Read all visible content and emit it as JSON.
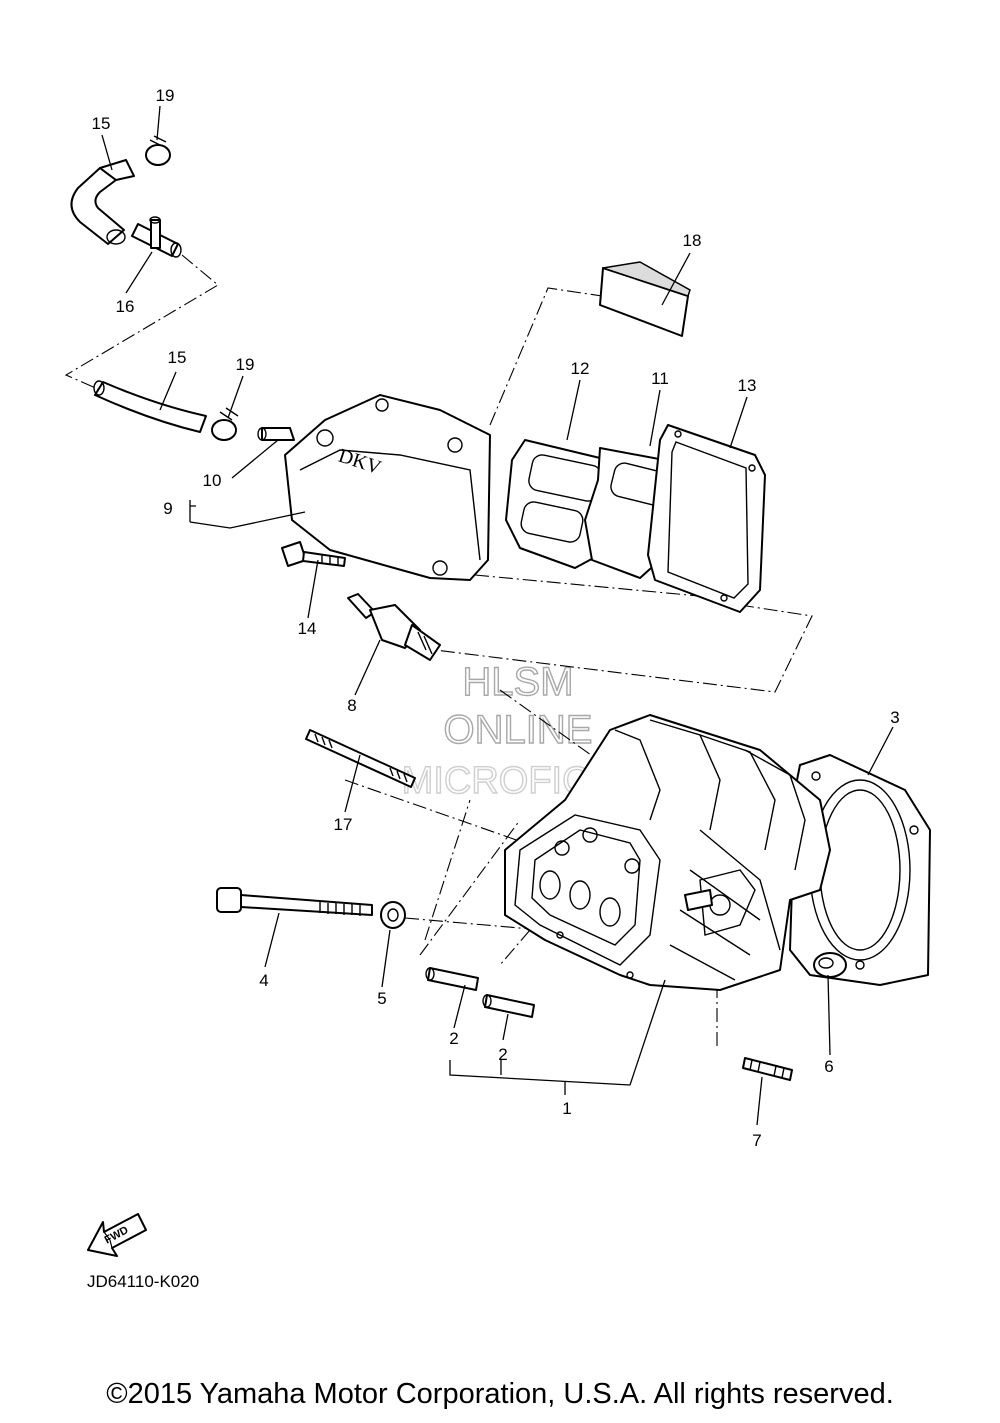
{
  "diagram_code": "JD64110-K020",
  "copyright": "©2015 Yamaha Motor Corporation, U.S.A. All rights reserved.",
  "watermark": {
    "line1": "HLSM",
    "line2": "ONLINE",
    "line3": "MICROFICHE"
  },
  "fwd_arrow_label": "FWD",
  "cover_emblem_text": "DKV",
  "callouts": [
    {
      "id": "c19a",
      "label": "19"
    },
    {
      "id": "c15a",
      "label": "15"
    },
    {
      "id": "c16",
      "label": "16"
    },
    {
      "id": "c18",
      "label": "18"
    },
    {
      "id": "c15b",
      "label": "15"
    },
    {
      "id": "c19b",
      "label": "19"
    },
    {
      "id": "c12",
      "label": "12"
    },
    {
      "id": "c11",
      "label": "11"
    },
    {
      "id": "c13",
      "label": "13"
    },
    {
      "id": "c10",
      "label": "10"
    },
    {
      "id": "c9",
      "label": "9"
    },
    {
      "id": "c14",
      "label": "14"
    },
    {
      "id": "c8",
      "label": "8"
    },
    {
      "id": "c3",
      "label": "3"
    },
    {
      "id": "c17",
      "label": "17"
    },
    {
      "id": "c4",
      "label": "4"
    },
    {
      "id": "c5",
      "label": "5"
    },
    {
      "id": "c2a",
      "label": "2"
    },
    {
      "id": "c2b",
      "label": "2"
    },
    {
      "id": "c6",
      "label": "6"
    },
    {
      "id": "c1",
      "label": "1"
    },
    {
      "id": "c7",
      "label": "7"
    }
  ]
}
